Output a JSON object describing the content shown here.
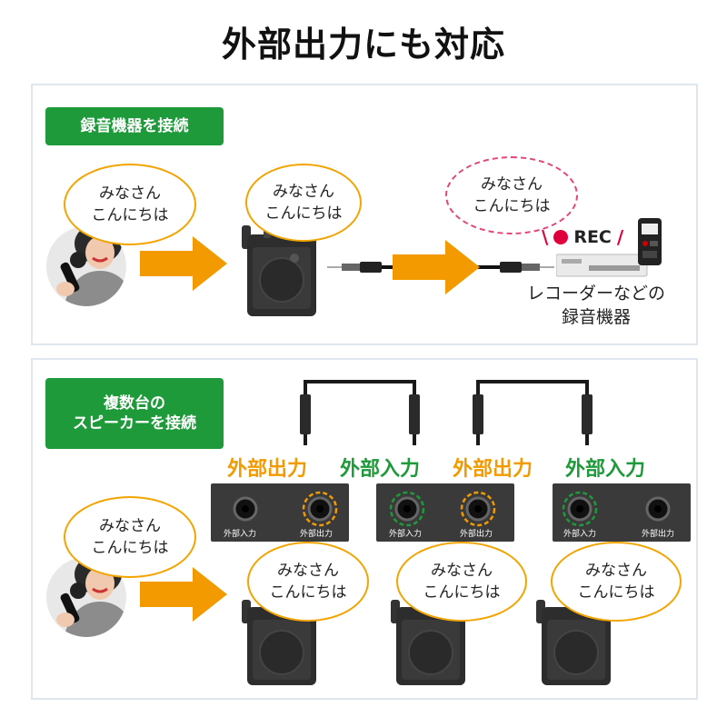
{
  "title": "外部出力にも対応",
  "section1": {
    "tag": "録音機器を接続",
    "bubble_a": [
      "みなさん",
      "こんにちは"
    ],
    "bubble_b": [
      "みなさん",
      "こんにちは"
    ],
    "bubble_c": [
      "みなさん",
      "こんにちは"
    ],
    "rec_label": "REC",
    "device_caption": [
      "レコーダーなどの",
      "録音機器"
    ]
  },
  "section2": {
    "tag": [
      "複数台の",
      "スピーカーを接続"
    ],
    "port_labels": [
      "外部出力",
      "外部入力",
      "外部出力",
      "外部入力"
    ],
    "jack_in": "外部入力",
    "jack_out": "外部出力",
    "bubbles": [
      [
        "みなさん",
        "こんにちは"
      ],
      [
        "みなさん",
        "こんにちは"
      ],
      [
        "みなさん",
        "こんにちは"
      ],
      [
        "みなさん",
        "こんにちは"
      ]
    ]
  },
  "colors": {
    "accent_orange": "#f29a00",
    "accent_green": "#1e9a3a",
    "rec_red": "#e0003c",
    "bubble_dash": "#e0457b"
  }
}
